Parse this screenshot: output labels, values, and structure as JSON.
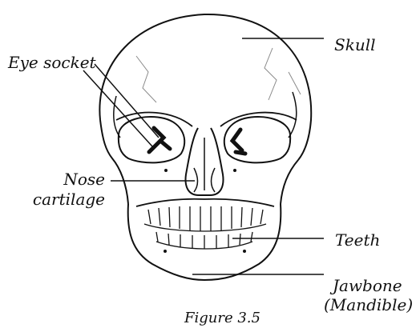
{
  "labels": {
    "eye_socket": "Eye socket",
    "skull": "Skull",
    "nose_line1": "Nose",
    "nose_line2": "cartilage",
    "teeth": "Teeth",
    "jaw_line1": "Jawbone",
    "jaw_line2": "(Mandible)",
    "figure_caption": "Figure 3.5"
  },
  "colors": {
    "ink": "#111111",
    "suture": "#8a8a8a",
    "background": "#ffffff"
  }
}
